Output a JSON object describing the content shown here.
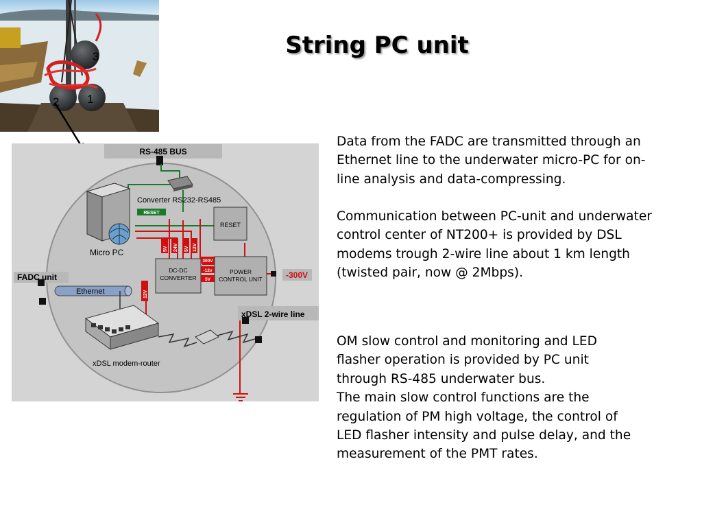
{
  "slide": {
    "title": "String PC unit"
  },
  "photo": {
    "labels": [
      "3",
      "2",
      "1"
    ]
  },
  "diagram": {
    "rs485_bus": "RS-485 BUS",
    "converter": "Converter RS232-RS485",
    "reset_small": "RESET",
    "reset_box": "RESET",
    "micro_pc": "Micro PC",
    "v5": "5V",
    "v24": "24V",
    "v5b": "5V",
    "v12": "12V",
    "v12b": "12V",
    "dcdc_line1": "DC-DC",
    "dcdc_line2": "CONVERTER",
    "v300": "300V",
    "vm12": "-12v",
    "v5c": "5V",
    "power_line1": "POWER",
    "power_line2": "CONTROL UNIT",
    "neg300": "-300V",
    "fadc": "FADC unit",
    "ethernet": "Ethernet",
    "xdsl_line": "xDSL 2-wire line",
    "modem": "xDSL modem-router"
  },
  "paragraphs": {
    "p1": [
      "Data from the FADC are transmitted through an",
      "Ethernet line to the underwater micro-PC for on-",
      "line analysis and data-compressing."
    ],
    "p2": [
      "Communication between PC-unit and underwater",
      "control center of NT200+ is provided by DSL",
      "modems trough 2-wire line about 1 km length",
      "(twisted pair, now  @ 2Mbps)."
    ],
    "p3": [
      "OM slow control and monitoring  and LED",
      "flasher operation is provided by PC unit",
      "through RS-485 underwater bus.",
      "The main slow control functions are the",
      "regulation of PM high voltage, the control of",
      "LED flasher intensity and pulse delay, and the",
      "measurement of the PMT rates."
    ]
  },
  "colors": {
    "title_shadow": "#9a9a9a",
    "red_line": "#d01010",
    "green_line": "#1a7a2a",
    "label_bg": "#d6d6d6"
  }
}
